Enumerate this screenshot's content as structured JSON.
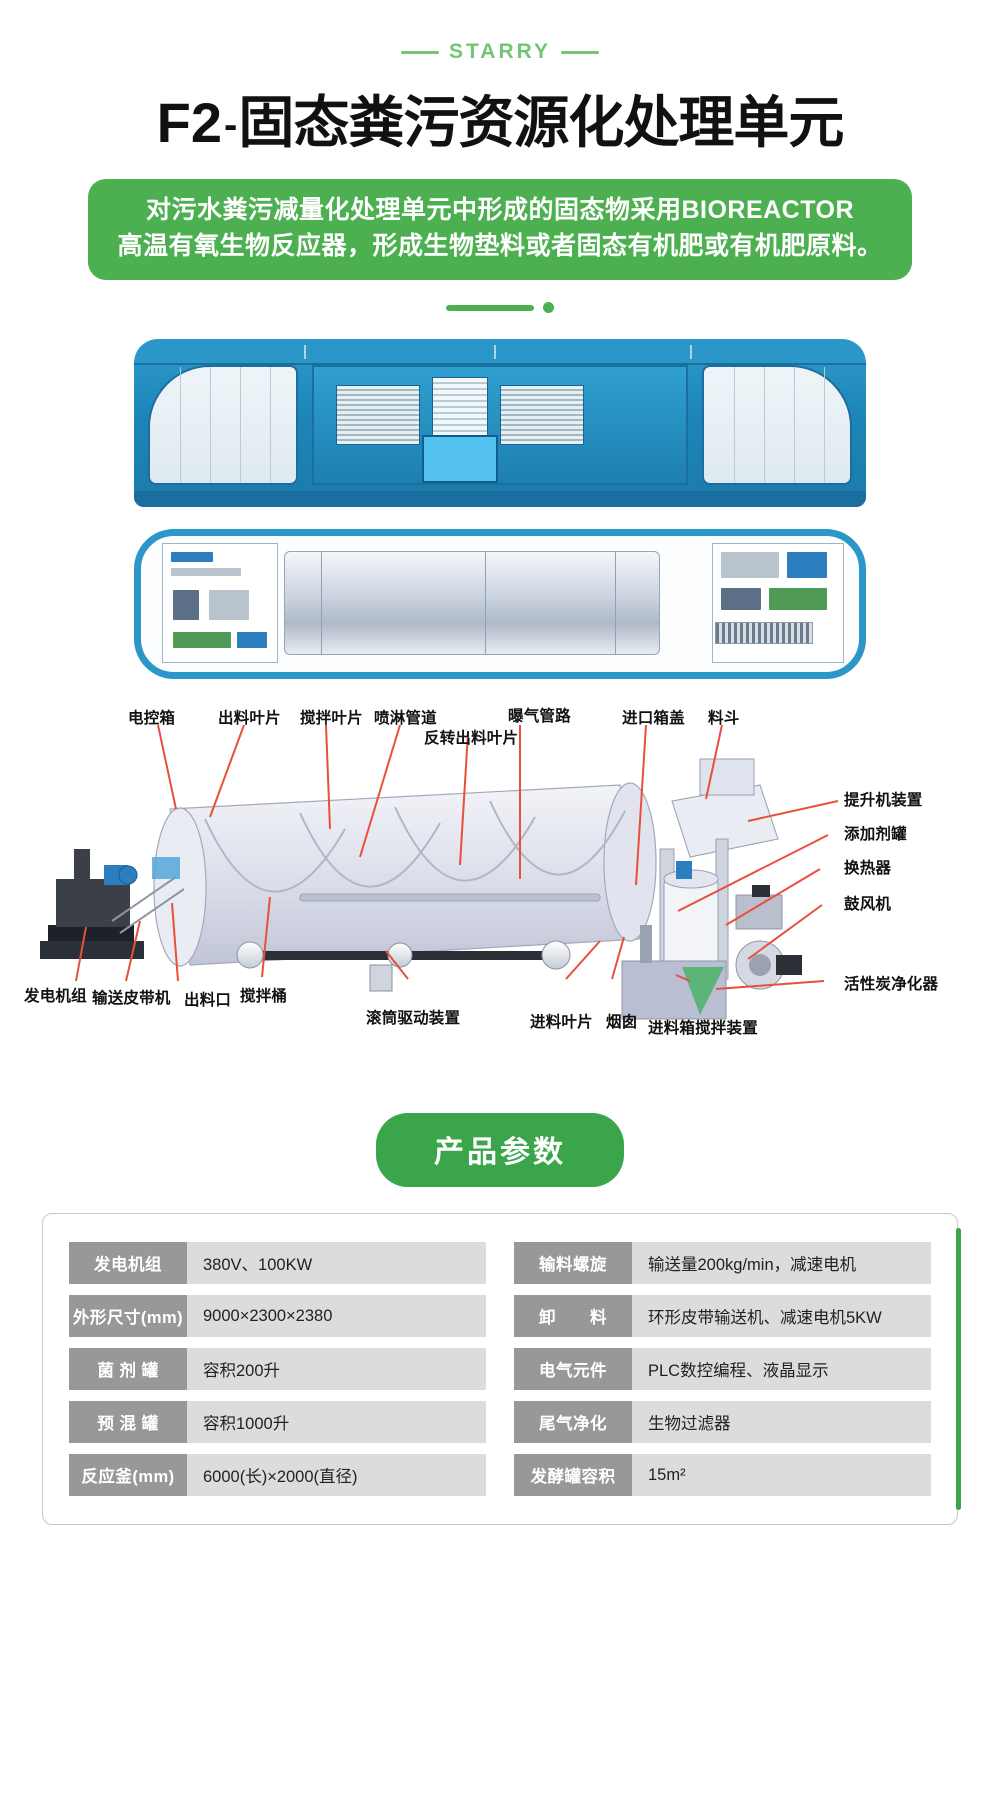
{
  "brand": {
    "name": "STARRY"
  },
  "title": {
    "code": "F2",
    "dash": "-",
    "text": "固态粪污资源化处理单元"
  },
  "description": {
    "line1": "对污水粪污减量化处理单元中形成的固态物采用BIOREACTOR",
    "line2": "高温有氧生物反应器，形成生物垫料或者固态有机肥或有机肥原料。"
  },
  "diagram": {
    "top_labels": [
      "电控箱",
      "出料叶片",
      "搅拌叶片",
      "喷淋管道",
      "反转出料叶片",
      "曝气管路",
      "进口箱盖",
      "料斗"
    ],
    "right_labels": [
      "提升机装置",
      "添加剂罐",
      "换热器",
      "鼓风机",
      "活性炭净化器"
    ],
    "bottom_labels": [
      "发电机组",
      "输送皮带机",
      "出料口",
      "搅拌桶",
      "滚筒驱动装置",
      "进料叶片",
      "烟囱",
      "进料箱搅拌装置"
    ]
  },
  "section": {
    "params_title": "产品参数"
  },
  "parameters": {
    "left": [
      {
        "key": "发电机组",
        "value": "380V、100KW"
      },
      {
        "key": "外形尺寸(mm)",
        "value": "9000×2300×2380"
      },
      {
        "key": "菌 剂 罐",
        "value": "容积200升"
      },
      {
        "key": "预 混 罐",
        "value": "容积1000升"
      },
      {
        "key": "反应釜(mm)",
        "value": "6000(长)×2000(直径)"
      }
    ],
    "right": [
      {
        "key": "输料螺旋",
        "value": "输送量200kg/min，减速电机"
      },
      {
        "key": "卸　　料",
        "value": "环形皮带输送机、减速电机5KW"
      },
      {
        "key": "电气元件",
        "value": "PLC数控编程、液晶显示"
      },
      {
        "key": "尾气净化",
        "value": "生物过滤器"
      },
      {
        "key": "发酵罐容积",
        "value": "15m²"
      }
    ]
  },
  "colors": {
    "brand_green": "#74c476",
    "desc_green": "#4caf50",
    "pill_green": "#3aa54a",
    "machine_blue": "#2b97c8",
    "key_grey": "#989898",
    "value_grey": "#dcdcdc",
    "leader_red": "#e8503a"
  }
}
